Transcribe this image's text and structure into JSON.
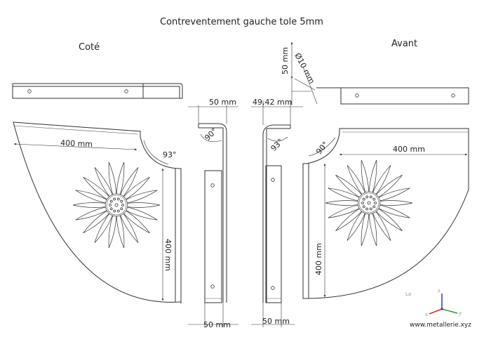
{
  "title": "Contreventement gauche tole 5mm",
  "views": {
    "left": "Coté",
    "right": "Avant"
  },
  "dimensions": {
    "left_top_length": "400 mm",
    "left_vertical_length": "400 mm",
    "left_angle": "93°",
    "side_top_width": "50 mm",
    "side_angle": "90°",
    "side_bottom_width": "50 mm",
    "front_top_width": "49,42 mm",
    "front_angle": "93°",
    "front_bottom_width": "50 mm",
    "right_angle": "90°",
    "right_top_length": "400 mm",
    "right_vertical_length": "400 mm",
    "detail_height": "50 mm",
    "detail_hole": "Ø10 mm"
  },
  "branding": {
    "website": "www.metallerie.xyz",
    "corner_mark": "La"
  },
  "icons": {
    "axes": "xyz-axes-icon",
    "sun_pattern": "sun-cutout-icon"
  }
}
